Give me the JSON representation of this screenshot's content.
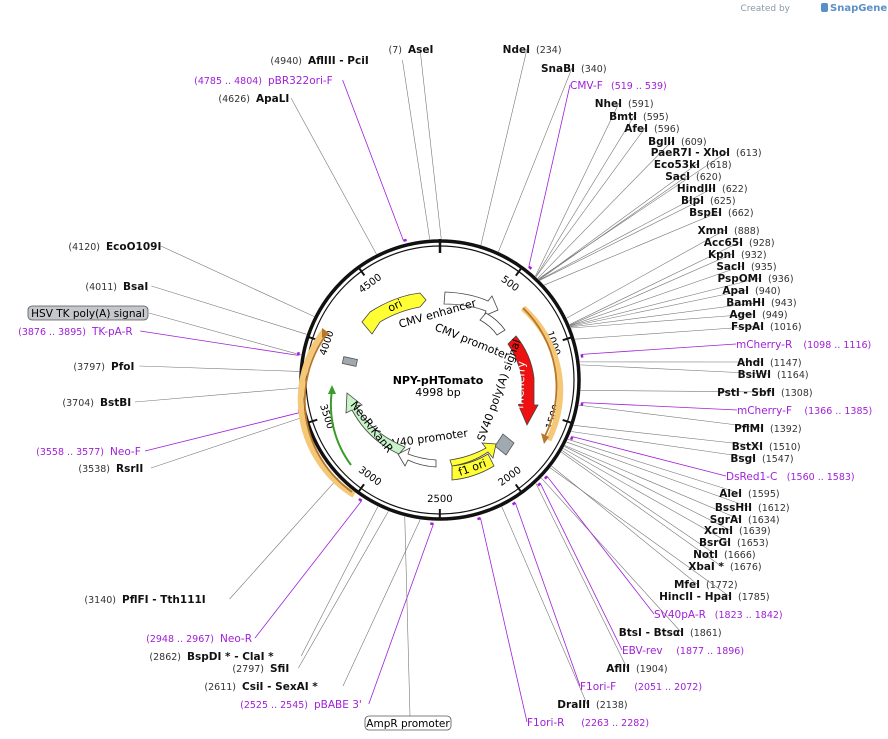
{
  "brand": {
    "prefix": "Created by",
    "name": "SnapGene"
  },
  "plasmid": {
    "name": "NPY-pHTomato",
    "length_label": "4998 bp"
  },
  "ruler_ticks": [
    "500",
    "1000",
    "1500",
    "2000",
    "2500",
    "3000",
    "3500",
    "4000",
    "4500"
  ],
  "features": {
    "ori": "ori",
    "cmv_enhancer": "CMV enhancer",
    "cmv_promoter": "CMV promoter",
    "mcherry": "mCherry",
    "sv40_polya": "SV40 poly(A) signal",
    "f1_ori": "f1 ori",
    "sv40_promoter": "SV40 promoter",
    "neor": "NeoR/KanR"
  },
  "boxed_labels": {
    "hsv": "HSV TK poly(A) signal",
    "ampr": "AmpR promoter"
  },
  "right_sites": [
    {
      "name": "NdeI",
      "pos": "(234)"
    },
    {
      "name": "SnaBI",
      "pos": "(340)"
    },
    {
      "name": "NheI",
      "pos": "(591)"
    },
    {
      "name": "BmtI",
      "pos": "(595)"
    },
    {
      "name": "AfeI",
      "pos": "(596)"
    },
    {
      "name": "BglII",
      "pos": "(609)"
    },
    {
      "name": "PaeR7I  - XhoI",
      "pos": "(613)"
    },
    {
      "name": "Eco53kI",
      "pos": "(618)"
    },
    {
      "name": "SacI",
      "pos": "(620)"
    },
    {
      "name": "HindIII",
      "pos": "(622)"
    },
    {
      "name": "BlpI",
      "pos": "(625)"
    },
    {
      "name": "BspEI",
      "pos": "(662)"
    },
    {
      "name": "XmnI",
      "pos": "(888)"
    },
    {
      "name": "Acc65I",
      "pos": "(928)"
    },
    {
      "name": "KpnI",
      "pos": "(932)"
    },
    {
      "name": "SacII",
      "pos": "(935)"
    },
    {
      "name": "PspOMI",
      "pos": "(936)"
    },
    {
      "name": "ApaI",
      "pos": "(940)"
    },
    {
      "name": "BamHI",
      "pos": "(943)"
    },
    {
      "name": "AgeI",
      "pos": "(949)"
    },
    {
      "name": "FspAI",
      "pos": "(1016)"
    },
    {
      "name": "AhdI",
      "pos": "(1147)"
    },
    {
      "name": "BsiWI",
      "pos": "(1164)"
    },
    {
      "name": "PstI  - SbfI",
      "pos": "(1308)"
    },
    {
      "name": "PflMI",
      "pos": "(1392)"
    },
    {
      "name": "BstXI",
      "pos": "(1510)"
    },
    {
      "name": "BsgI",
      "pos": "(1547)"
    },
    {
      "name": "AleI",
      "pos": "(1595)"
    },
    {
      "name": "BssHII",
      "pos": "(1612)"
    },
    {
      "name": "SgrAI",
      "pos": "(1634)"
    },
    {
      "name": "XcmI",
      "pos": "(1639)"
    },
    {
      "name": "BsrGI",
      "pos": "(1653)"
    },
    {
      "name": "NotI",
      "pos": "(1666)"
    },
    {
      "name": "XbaI *",
      "pos": "(1676)"
    },
    {
      "name": "MfeI",
      "pos": "(1772)"
    },
    {
      "name": "HincII  - HpaI",
      "pos": "(1785)"
    },
    {
      "name": "BtsI  - BtsαI",
      "pos": "(1861)"
    },
    {
      "name": "AflII",
      "pos": "(1904)"
    },
    {
      "name": "DraIII",
      "pos": "(2138)"
    }
  ],
  "right_primers": [
    {
      "name": "CMV-F",
      "range": "(519 .. 539)"
    },
    {
      "name": "mCherry-R",
      "range": "(1098 .. 1116)"
    },
    {
      "name": "mCherry-F",
      "range": "(1366 .. 1385)"
    },
    {
      "name": "DsRed1-C",
      "range": "(1560 .. 1583)"
    },
    {
      "name": "SV40pA-R",
      "range": "(1823 .. 1842)"
    },
    {
      "name": "EBV-rev",
      "range": "(1877 .. 1896)"
    },
    {
      "name": "F1ori-F",
      "range": "(2051 .. 2072)"
    },
    {
      "name": "F1ori-R",
      "range": "(2263 .. 2282)"
    }
  ],
  "left_sites": [
    {
      "name": "AseI",
      "pos": "(7)"
    },
    {
      "name": "AflIII  - PciI",
      "pos": "(4940)"
    },
    {
      "name": "ApaLI",
      "pos": "(4626)"
    },
    {
      "name": "EcoO109I",
      "pos": "(4120)"
    },
    {
      "name": "BsaI",
      "pos": "(4011)"
    },
    {
      "name": "PfoI",
      "pos": "(3797)"
    },
    {
      "name": "BstBI",
      "pos": "(3704)"
    },
    {
      "name": "RsrII",
      "pos": "(3538)"
    },
    {
      "name": "PflFI  - Tth111I",
      "pos": "(3140)"
    },
    {
      "name": "BspDI *  - ClaI *",
      "pos": "(2862)"
    },
    {
      "name": "SfiI",
      "pos": "(2797)"
    },
    {
      "name": "CsiI  - SexAI *",
      "pos": "(2611)"
    }
  ],
  "left_primers": [
    {
      "name": "pBR322ori-F",
      "range": "(4785 .. 4804)"
    },
    {
      "name": "TK-pA-R",
      "range": "(3876 .. 3895)"
    },
    {
      "name": "Neo-F",
      "range": "(3558 .. 3577)"
    },
    {
      "name": "Neo-R",
      "range": "(2948 .. 2967)"
    },
    {
      "name": "pBABE 3'",
      "range": "(2525 .. 2545)"
    }
  ],
  "colors": {
    "backbone": "#111111",
    "primer": "#a020d8",
    "ori": "#ffff33",
    "mcherry": "#ee1111",
    "neor": "#c8f2c8",
    "orf_band": "#f5c878",
    "orf_arrow": "#b8762a",
    "neor_arrow": "#3b9b2b",
    "polya": "#a0a8b0"
  }
}
